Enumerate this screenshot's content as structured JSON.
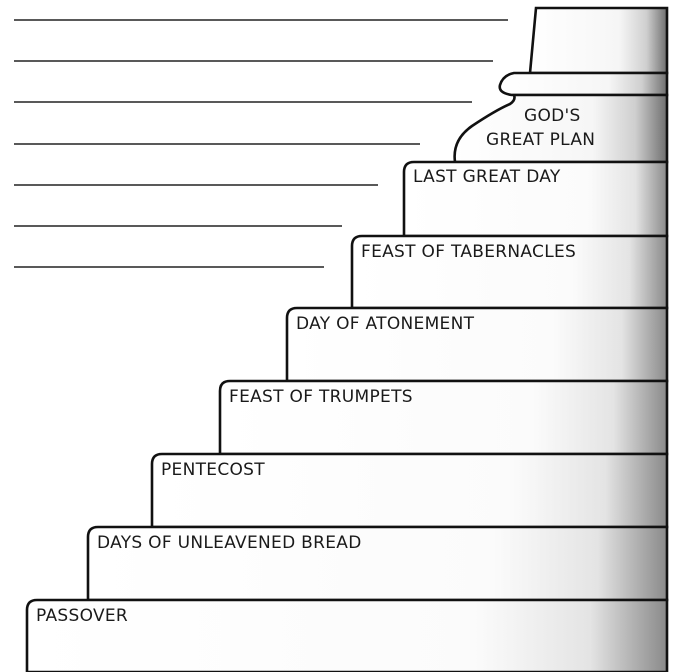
{
  "diagram": {
    "steps": [
      {
        "label": "PASSOVER"
      },
      {
        "label": "DAYS OF UNLEAVENED BREAD"
      },
      {
        "label": "PENTECOST"
      },
      {
        "label": "FEAST OF TRUMPETS"
      },
      {
        "label": "DAY OF ATONEMENT"
      },
      {
        "label": "FEAST OF TABERNACLES"
      },
      {
        "label": "LAST GREAT DAY"
      }
    ],
    "top": {
      "line1": "GOD'S",
      "line2": "GREAT PLAN"
    },
    "writing_lines": 7
  }
}
